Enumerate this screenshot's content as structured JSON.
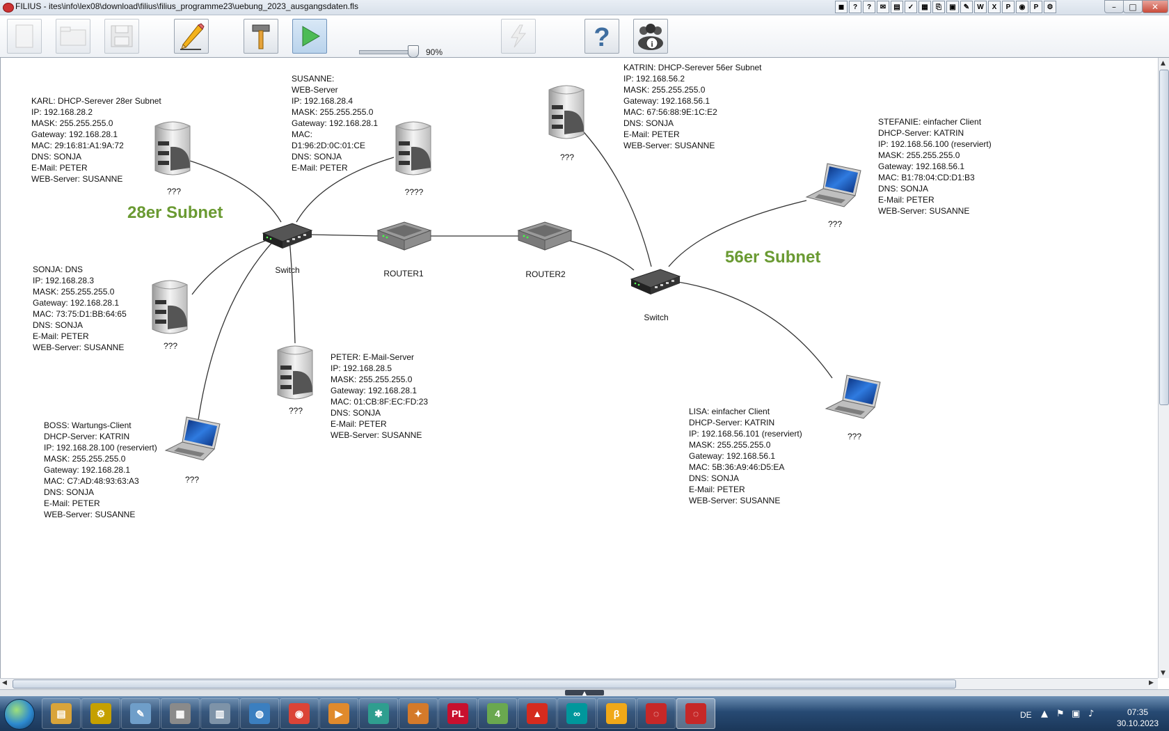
{
  "window": {
    "title": "FILIUS - ites\\info\\lex08\\download\\filius\\filius_programme23\\uebung_2023_ausgangsdaten.fls",
    "minimize": "–",
    "maximize": "□",
    "close": "✕"
  },
  "tray_apps": [
    "◼",
    "?",
    "?",
    "✉",
    "▤",
    "✓",
    "▦",
    "⎘",
    "▣",
    "✎",
    "W",
    "X",
    "P",
    "◉",
    "P",
    "⚙"
  ],
  "toolbar": {
    "zoom_label": "90%",
    "zoom_value": 0.9
  },
  "subnets": {
    "left": "28er Subnet",
    "right": "56er Subnet"
  },
  "devices": {
    "karl": {
      "label": "???",
      "info": "KARL: DHCP-Serever 28er Subnet\nIP: 192.168.28.2\nMASK: 255.255.255.0\nGateway: 192.168.28.1\nMAC: 29:16:81:A1:9A:72\nDNS: SONJA\nE-Mail: PETER\nWEB-Server: SUSANNE"
    },
    "susanne": {
      "label": "????",
      "info": "SUSANNE:\nWEB-Server\nIP: 192.168.28.4\nMASK: 255.255.255.0\nGateway: 192.168.28.1\nMAC:\nD1:96:2D:0C:01:CE\nDNS: SONJA\nE-Mail: PETER"
    },
    "sonja": {
      "label": "???",
      "info": "SONJA: DNS\nIP: 192.168.28.3\nMASK: 255.255.255.0\nGateway: 192.168.28.1\nMAC: 73:75:D1:BB:64:65\nDNS: SONJA\nE-Mail: PETER\nWEB-Server: SUSANNE"
    },
    "peter": {
      "label": "???",
      "info": "PETER: E-Mail-Server\nIP: 192.168.28.5\nMASK: 255.255.255.0\nGateway: 192.168.28.1\nMAC: 01:CB:8F:EC:FD:23\nDNS: SONJA\nE-Mail: PETER\nWEB-Server: SUSANNE"
    },
    "boss": {
      "label": "???",
      "info": "BOSS: Wartungs-Client\nDHCP-Server: KATRIN\nIP: 192.168.28.100 (reserviert)\nMASK: 255.255.255.0\nGateway: 192.168.28.1\nMAC: C7:AD:48:93:63:A3\nDNS: SONJA\nE-Mail: PETER\nWEB-Server: SUSANNE"
    },
    "katrin": {
      "label": "???",
      "info": "KATRIN: DHCP-Serever 56er Subnet\nIP: 192.168.56.2\nMASK: 255.255.255.0\nGateway: 192.168.56.1\nMAC: 67:56:88:9E:1C:E2\nDNS: SONJA\nE-Mail: PETER\nWEB-Server: SUSANNE"
    },
    "stefanie": {
      "label": "???",
      "info": "STEFANIE: einfacher Client\nDHCP-Server: KATRIN\nIP: 192.168.56.100 (reserviert)\nMASK: 255.255.255.0\nGateway: 192.168.56.1\nMAC: B1:78:04:CD:D1:B3\nDNS: SONJA\nE-Mail: PETER\nWEB-Server: SUSANNE"
    },
    "lisa": {
      "label": "???",
      "info": "LISA: einfacher Client\nDHCP-Server: KATRIN\nIP: 192.168.56.101 (reserviert)\nMASK: 255.255.255.0\nGateway: 192.168.56.1\nMAC: 5B:36:A9:46:D5:EA\nDNS: SONJA\nE-Mail: PETER\nWEB-Server: SUSANNE"
    },
    "switch1": {
      "label": "Switch"
    },
    "switch2": {
      "label": "Switch"
    },
    "router1": {
      "label": "ROUTER1"
    },
    "router2": {
      "label": "ROUTER2"
    }
  },
  "taskbar": {
    "apps": [
      {
        "name": "explorer",
        "glyph": "▤",
        "color": "#d9a43a"
      },
      {
        "name": "settings",
        "glyph": "⚙",
        "color": "#c5a000"
      },
      {
        "name": "notepad",
        "glyph": "✎",
        "color": "#6f9ec9"
      },
      {
        "name": "scanner",
        "glyph": "▦",
        "color": "#8a8a8a"
      },
      {
        "name": "calculator",
        "glyph": "▥",
        "color": "#7e93a8"
      },
      {
        "name": "globe",
        "glyph": "◍",
        "color": "#3b7fc0"
      },
      {
        "name": "chrome",
        "glyph": "◉",
        "color": "#db4437"
      },
      {
        "name": "media",
        "glyph": "▶",
        "color": "#e08a2c"
      },
      {
        "name": "tool",
        "glyph": "✱",
        "color": "#2f9e8f"
      },
      {
        "name": "paint",
        "glyph": "✦",
        "color": "#d47a2a"
      },
      {
        "name": "pl",
        "glyph": "PL",
        "color": "#c8102e"
      },
      {
        "name": "chart4",
        "glyph": "4",
        "color": "#6aa84f"
      },
      {
        "name": "lego",
        "glyph": "▲",
        "color": "#d52b1e"
      },
      {
        "name": "arduino",
        "glyph": "∞",
        "color": "#00979c"
      },
      {
        "name": "hex",
        "glyph": "β",
        "color": "#f0a818"
      },
      {
        "name": "filius1",
        "glyph": "◌",
        "color": "#c62828"
      },
      {
        "name": "filius2",
        "glyph": "◌",
        "color": "#c62828"
      }
    ],
    "lang": "DE",
    "time": "07:35",
    "date": "30.10.2023"
  }
}
